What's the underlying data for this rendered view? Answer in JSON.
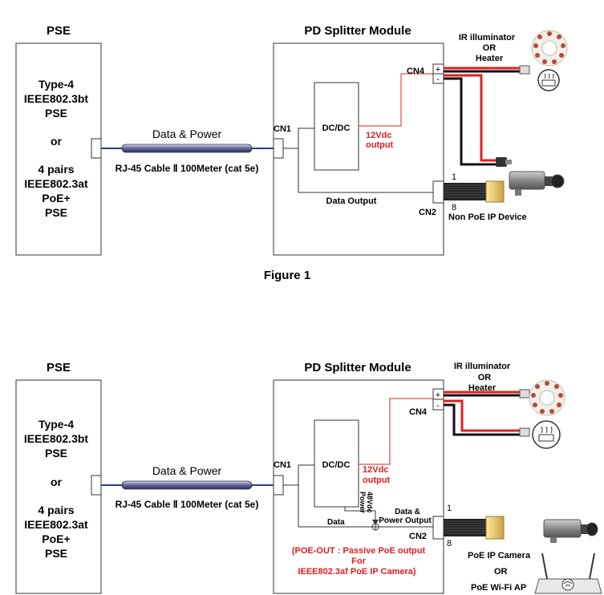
{
  "fig1": {
    "pse_title": "PSE",
    "pse_lines": [
      "Type-4",
      "IEEE802.3bt",
      "PSE",
      "or",
      "4 pairs",
      "IEEE802.3at",
      "PoE+",
      "PSE"
    ],
    "module_title": "PD Splitter Module",
    "cable_label": "Data & Power",
    "cable_spec": "RJ-45 Cable Ⅱ  100Meter (cat 5e)",
    "cn1": "CN1",
    "dcdc": "DC/DC",
    "out_12v": "12Vdc",
    "out_word": "output",
    "data_output": "Data  Output",
    "cn4": "CN4",
    "cn2": "CN2",
    "plus": "+",
    "minus": "-",
    "pin1": "1",
    "pin8": "8",
    "ir_line1": "IR illuminator",
    "ir_or": "OR",
    "ir_heater": "Heater",
    "device_label": "Non PoE IP Device",
    "caption": "Figure 1"
  },
  "fig2": {
    "pse_title": "PSE",
    "pse_lines": [
      "Type-4",
      "IEEE802.3bt",
      "PSE",
      "or",
      "4 pairs",
      "IEEE802.3at",
      "PoE+",
      "PSE"
    ],
    "module_title": "PD Splitter Module",
    "cable_label": "Data & Power",
    "cable_spec": "RJ-45 Cable Ⅱ  100Meter (cat 5e)",
    "cn1": "CN1",
    "dcdc": "DC/DC",
    "out_12v": "12Vdc",
    "out_word": "output",
    "power_label": "Power",
    "power_48": "48Vdc",
    "data_label": "Data",
    "dp_line1": "Data &",
    "dp_line2": "Power Output",
    "cn4": "CN4",
    "cn2": "CN2",
    "plus": "+",
    "minus": "-",
    "pin1": "1",
    "pin8": "8",
    "ir_line1": "IR illuminator",
    "ir_or": "OR",
    "ir_heater": "Heater",
    "poe_out_1": "(POE-OUT : Passive PoE output",
    "poe_out_2": "For",
    "poe_out_3": "IEEE802.3af PoE IP Camera)",
    "device_1": "PoE IP Camera",
    "device_or": "OR",
    "device_2": "PoE Wi-Fi AP"
  },
  "colors": {
    "red": "#e02020",
    "cable": "#2e3a8c",
    "line": "#333333"
  }
}
